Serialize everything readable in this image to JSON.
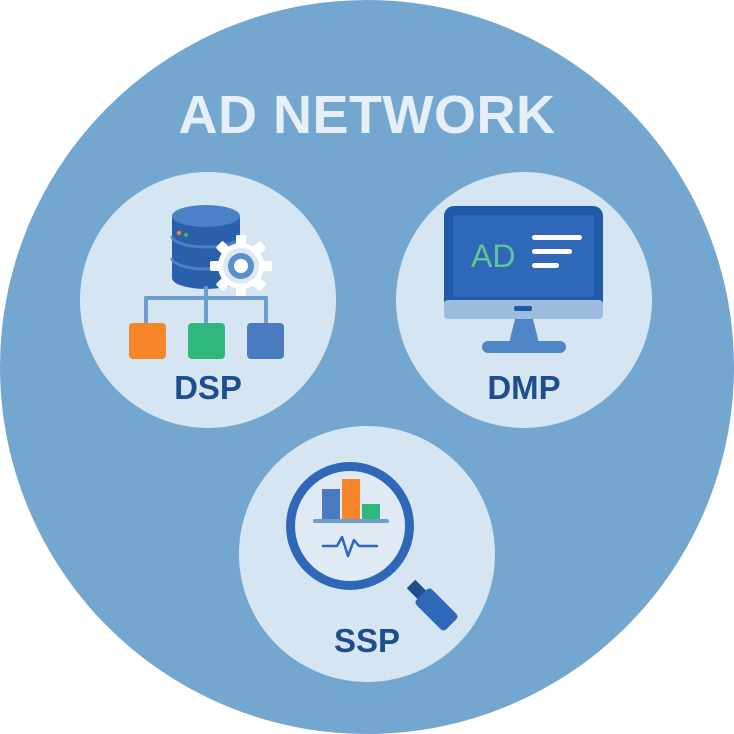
{
  "title": "AD NETWORK",
  "nodes": [
    {
      "label": "DSP",
      "icon": "database-gear-hierarchy-icon"
    },
    {
      "label": "DMP",
      "icon": "monitor-ad-icon"
    },
    {
      "label": "SSP",
      "icon": "magnifier-chart-icon"
    }
  ],
  "dmp_screen_text": "AD",
  "colors": {
    "outer_circle": "#74a7cf",
    "inner_circle": "#d6e5f2",
    "title": "#e6eff8",
    "label": "#1f4e8c",
    "orange": "#f5862a",
    "green": "#2fb77e",
    "blue": "#4a7bbf"
  }
}
